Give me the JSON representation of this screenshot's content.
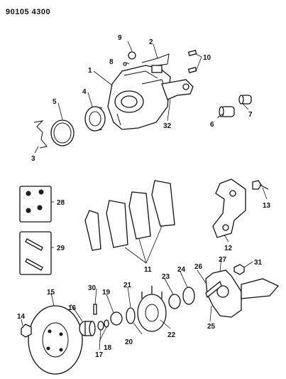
{
  "document_number": "90105 4300",
  "callouts": {
    "c1": "1",
    "c2": "2",
    "c3": "3",
    "c4": "4",
    "c5": "5",
    "c6": "6",
    "c7": "7",
    "c8": "8",
    "c9": "9",
    "c10": "10",
    "c11": "11",
    "c12": "12",
    "c13": "13",
    "c14": "14",
    "c15": "15",
    "c16": "16",
    "c17": "17",
    "c18": "18",
    "c19": "19",
    "c20": "20",
    "c21": "21",
    "c22": "22",
    "c23": "23",
    "c24": "24",
    "c25": "25",
    "c26": "26",
    "c27": "27",
    "c28": "28",
    "c29": "29",
    "c30": "30",
    "c31": "31",
    "c32": "32"
  }
}
